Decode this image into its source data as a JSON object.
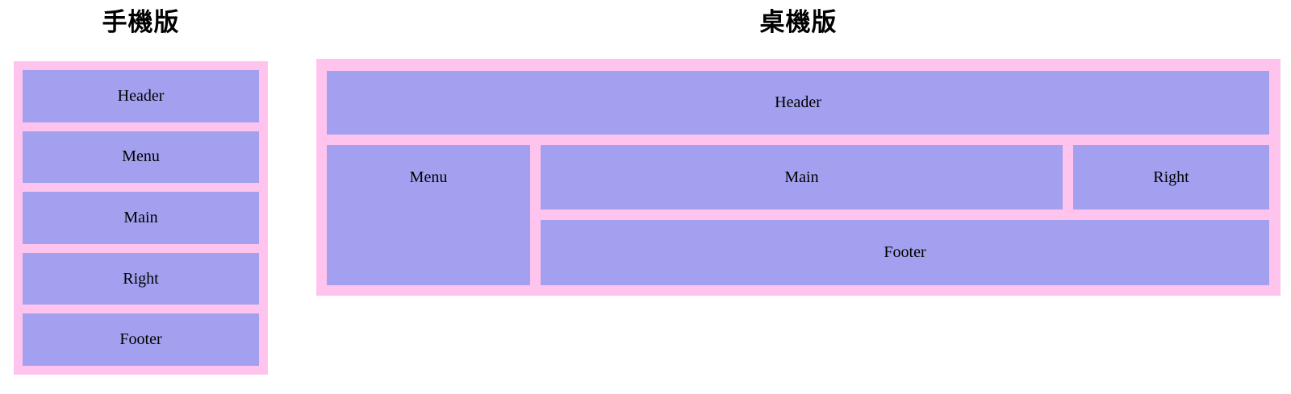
{
  "colors": {
    "container_bg": "#ffc4ee",
    "block_bg": "#a3a1ef",
    "text": "#000000",
    "page_bg": "#ffffff"
  },
  "mobile": {
    "title": "手機版",
    "blocks": [
      "Header",
      "Menu",
      "Main",
      "Right",
      "Footer"
    ]
  },
  "desktop": {
    "title": "桌機版",
    "blocks": {
      "header": "Header",
      "menu": "Menu",
      "main": "Main",
      "right": "Right",
      "footer": "Footer"
    }
  }
}
